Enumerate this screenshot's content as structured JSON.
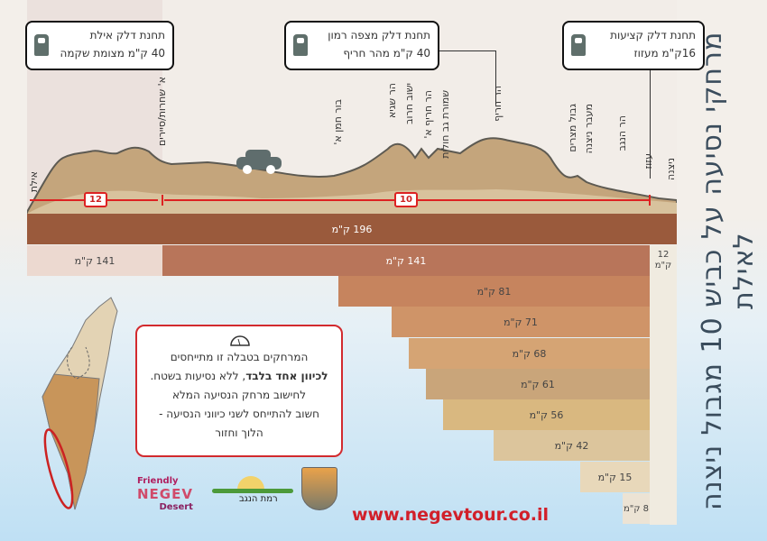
{
  "title": "מרחקי נסיעה על כביש 10 מגבול ניצנה לאילת",
  "fuel_stations": [
    {
      "name": "תחנת דלק אילת",
      "distance": "40 ק\"מ מצומת שקמה"
    },
    {
      "name": "תחנת דלק מצפה רמון",
      "distance": "40 ק\"מ מהר חריף"
    },
    {
      "name": "תחנת דלק קציעות",
      "distance": "16ק\"מ מעזוז"
    }
  ],
  "stations": [
    "אילת",
    "א' שחרות/סיירים",
    "בור חמן א'",
    "הר שגיא",
    "ישוב חרוב",
    "הר חריף א'",
    "שמורת גב חולית",
    "הר חריף",
    "גבול מצרים",
    "מעבר ניצנה",
    "הר הנגב",
    "עזוז",
    "ניצנה"
  ],
  "roads": [
    "12",
    "10"
  ],
  "distances": {
    "total": "196 ק\"מ",
    "row2_left": "141 ק\"מ",
    "row2_mid": "141 ק\"מ",
    "row2_right": "12 ק\"מ",
    "steps": [
      "81 ק\"מ",
      "71 ק\"מ",
      "68 ק\"מ",
      "61 ק\"מ",
      "56 ק\"מ",
      "42 ק\"מ",
      "15 ק\"מ",
      "8 ק\"מ"
    ]
  },
  "info": {
    "line1": "המרחקים בטבלה זו מתייחסים",
    "bold": "לכיוון אחד בלבד",
    "line2": ", ללא נסיעות בשטח.",
    "line3": "לחישוב מרחק הנסיעה המלא",
    "line4": "חשוב להתייחס לשני כיווני הנסיעה -",
    "line5": "הלוך וחזור"
  },
  "logos": {
    "friendly": "Friendly",
    "negev": "NEGEV",
    "desert": "Desert",
    "ramat": "רמת הנגב"
  },
  "website": "www.negevtour.co.il"
}
